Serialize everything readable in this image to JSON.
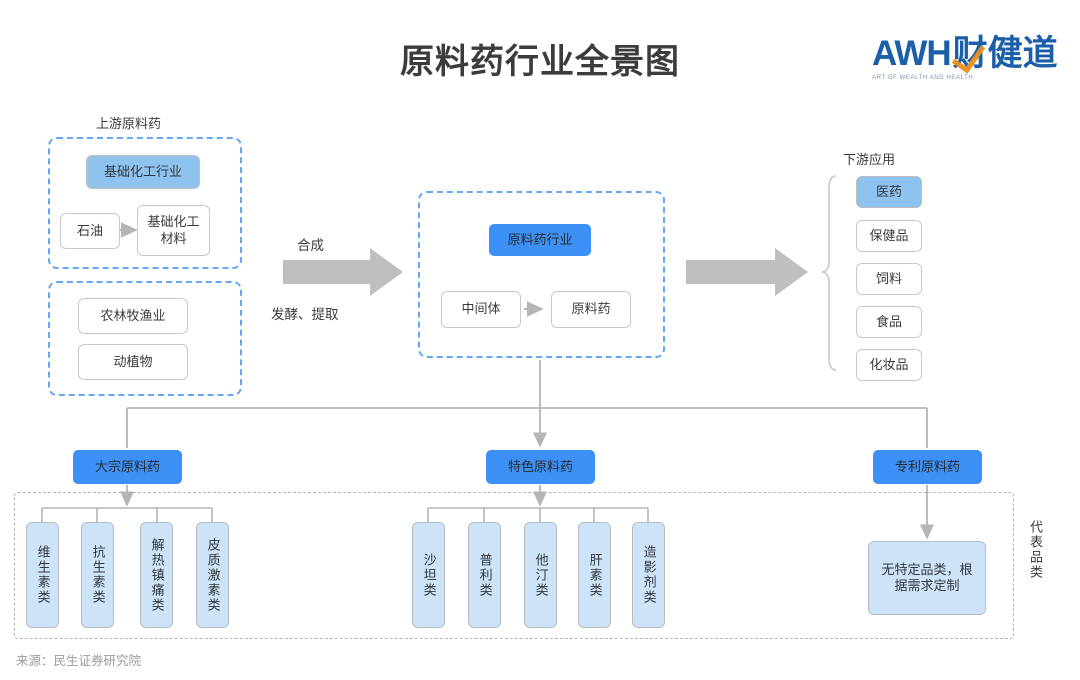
{
  "header": {
    "title": "原料药行业全景图",
    "logo_main": "AWH",
    "logo_cn": "财健道",
    "logo_sub": "ART OF WEALTH AND HEALTH"
  },
  "colors": {
    "accent_strong": "#3d90f5",
    "accent_mid": "#8fc3ef",
    "accent_light": "#cde3f8",
    "dashed_blue": "#64a8f5",
    "dashed_gray": "#b5b5b5",
    "arrow_gray": "#bfbfbf",
    "text": "#3a3a3a"
  },
  "upstream": {
    "group_label": "上游原料药",
    "chem_box": {
      "header": "基础化工行业",
      "source": "石油",
      "target": "基础化工材料"
    },
    "agri_box": {
      "items": [
        "农林牧渔业",
        "动植物"
      ]
    }
  },
  "flow": {
    "left_arrow_top_label": "合成",
    "left_arrow_bottom_label": "发酵、提取"
  },
  "midstream": {
    "header": "原料药行业",
    "chain": [
      "中间体",
      "原料药"
    ]
  },
  "downstream": {
    "group_label": "下游应用",
    "items": [
      "医药",
      "保健品",
      "饲料",
      "食品",
      "化妆品"
    ],
    "highlight_index": 0
  },
  "categories": {
    "bulk": {
      "label": "大宗原料药",
      "products": [
        "维生素类",
        "抗生素类",
        "解热镇痛类",
        "皮质激素类"
      ]
    },
    "specialty": {
      "label": "特色原料药",
      "products": [
        "沙坦类",
        "普利类",
        "他汀类",
        "肝素类",
        "造影剂类"
      ]
    },
    "patent": {
      "label": "专利原料药",
      "products": [
        "无特定品类，根据需求定制"
      ]
    },
    "side_label": "代表品类"
  },
  "footer": {
    "source": "来源：民生证券研究院"
  }
}
